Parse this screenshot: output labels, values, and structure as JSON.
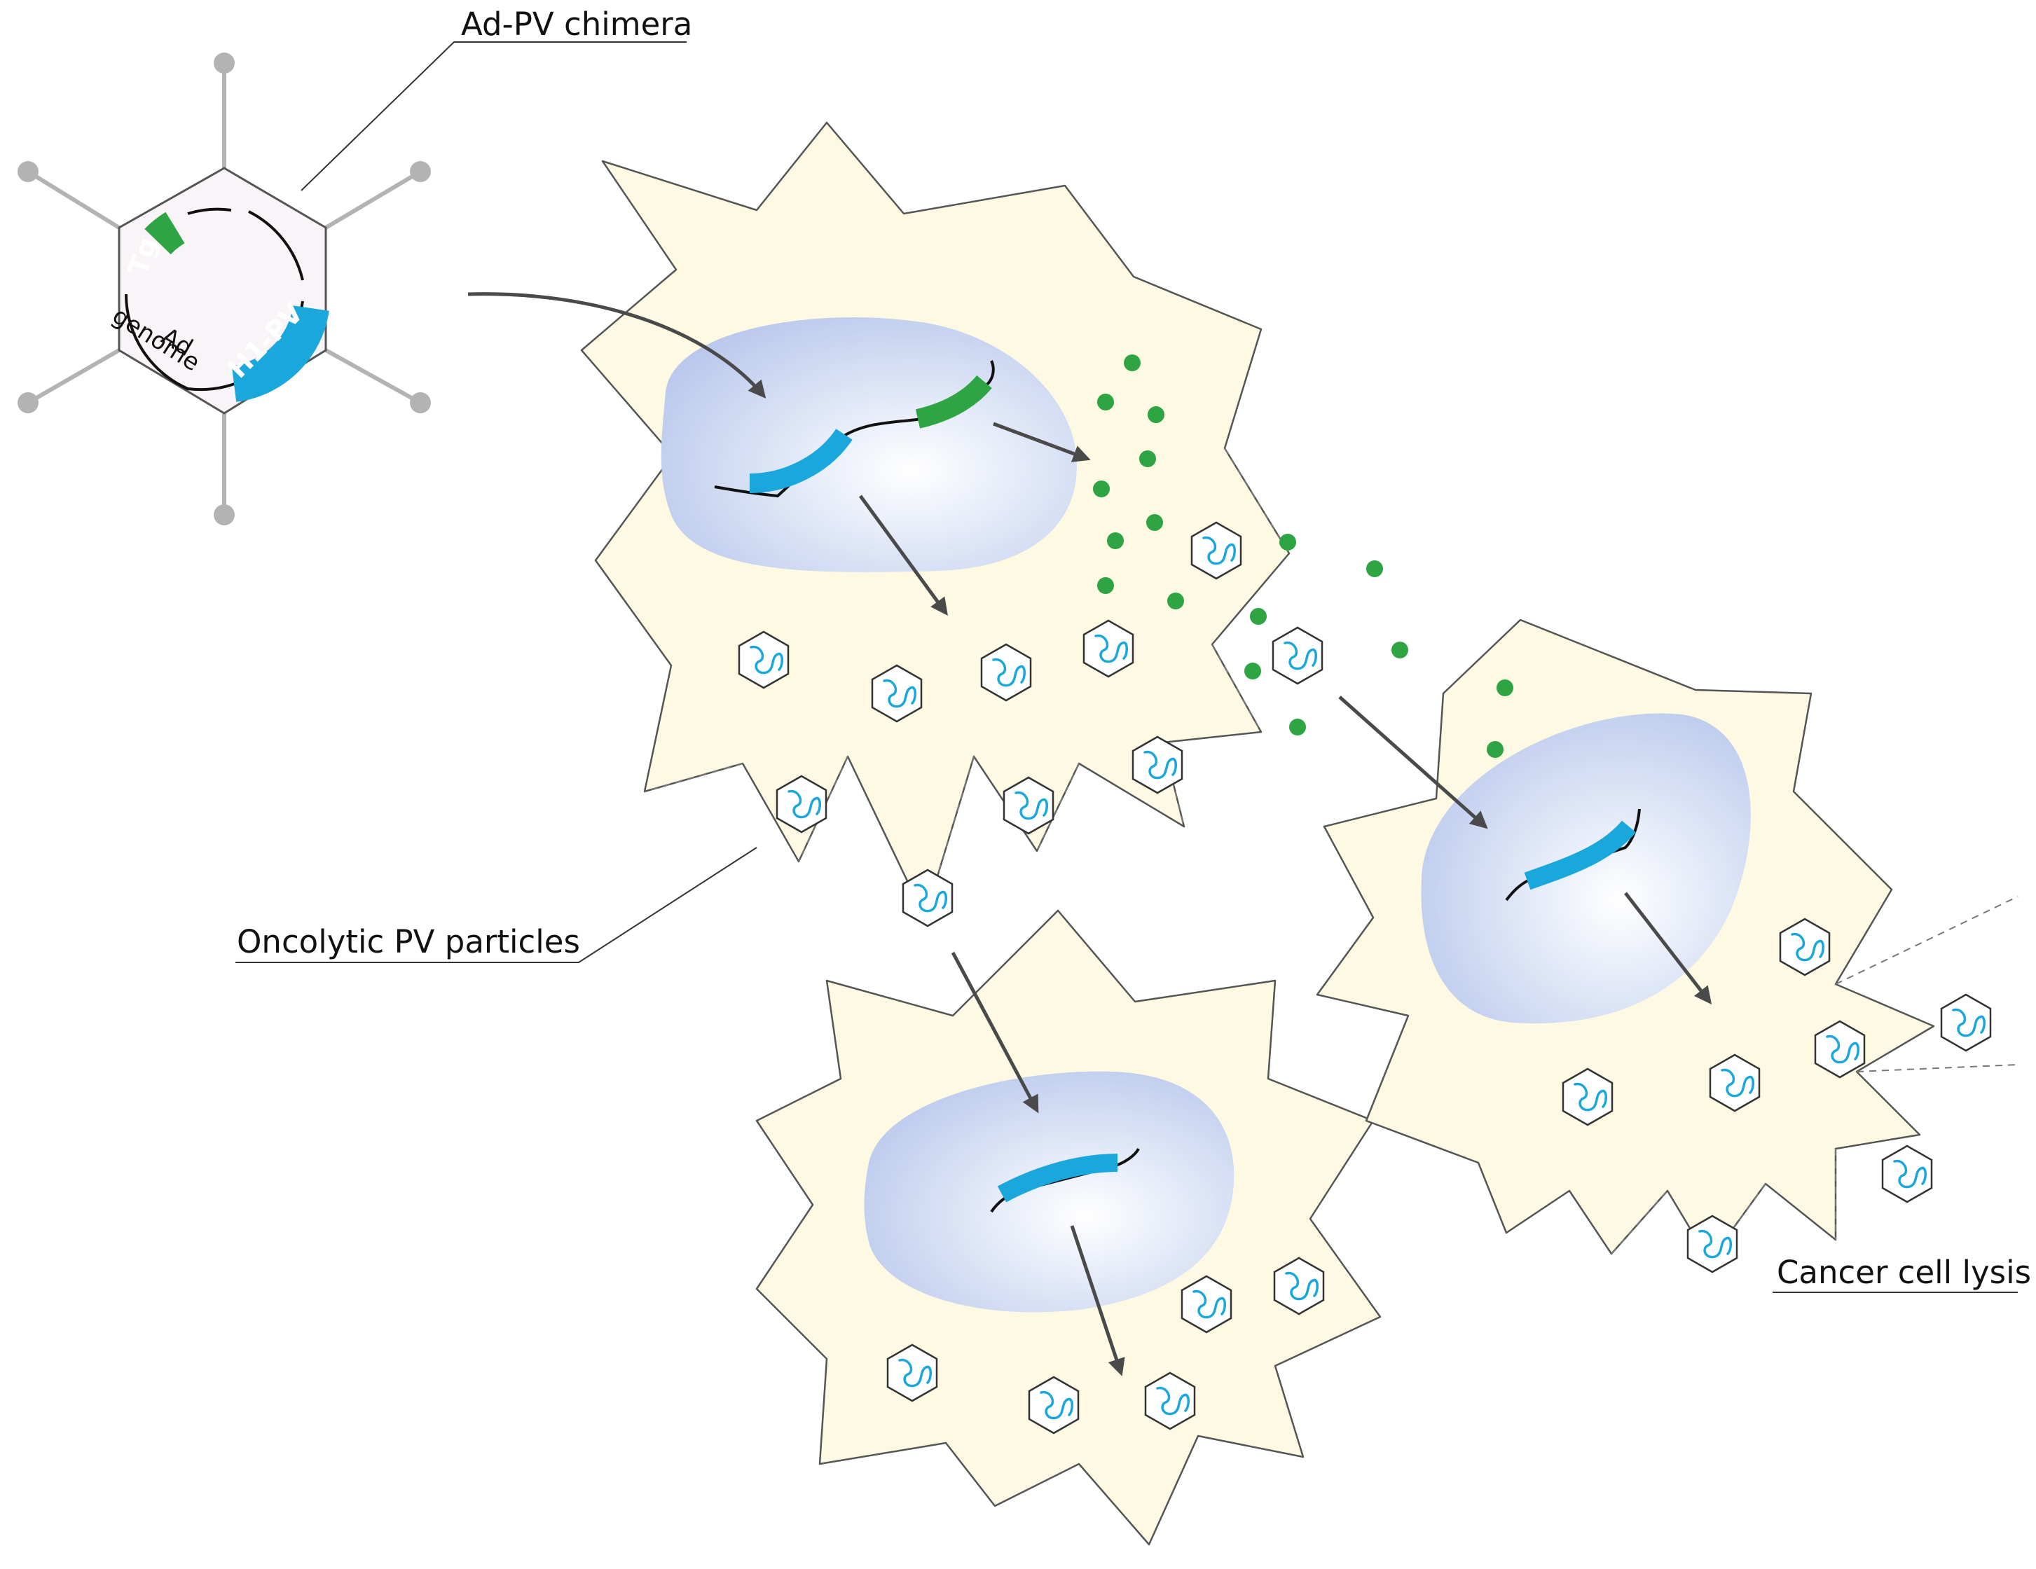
{
  "labels": {
    "chimera": "Ad-PV chimera",
    "particles": "Oncolytic PV particles",
    "lysis": "Cancer cell lysis",
    "transgene": "Tg",
    "pv_insert": "H1-PV",
    "ad": "Ad",
    "genome": "genome"
  },
  "colors": {
    "cytoplasm": "#fdf9e3",
    "nucleus": "#b8c8ec",
    "pv_dna": "#1aa7dc",
    "transgene": "#2ea443",
    "arrow": "#4a4a4a",
    "capsid_spike": "#b3b3b3"
  },
  "icons": [
    "hexagon-capsid-icon",
    "pv-particle-icon",
    "transgene-product-dot-icon",
    "arrow-icon"
  ]
}
